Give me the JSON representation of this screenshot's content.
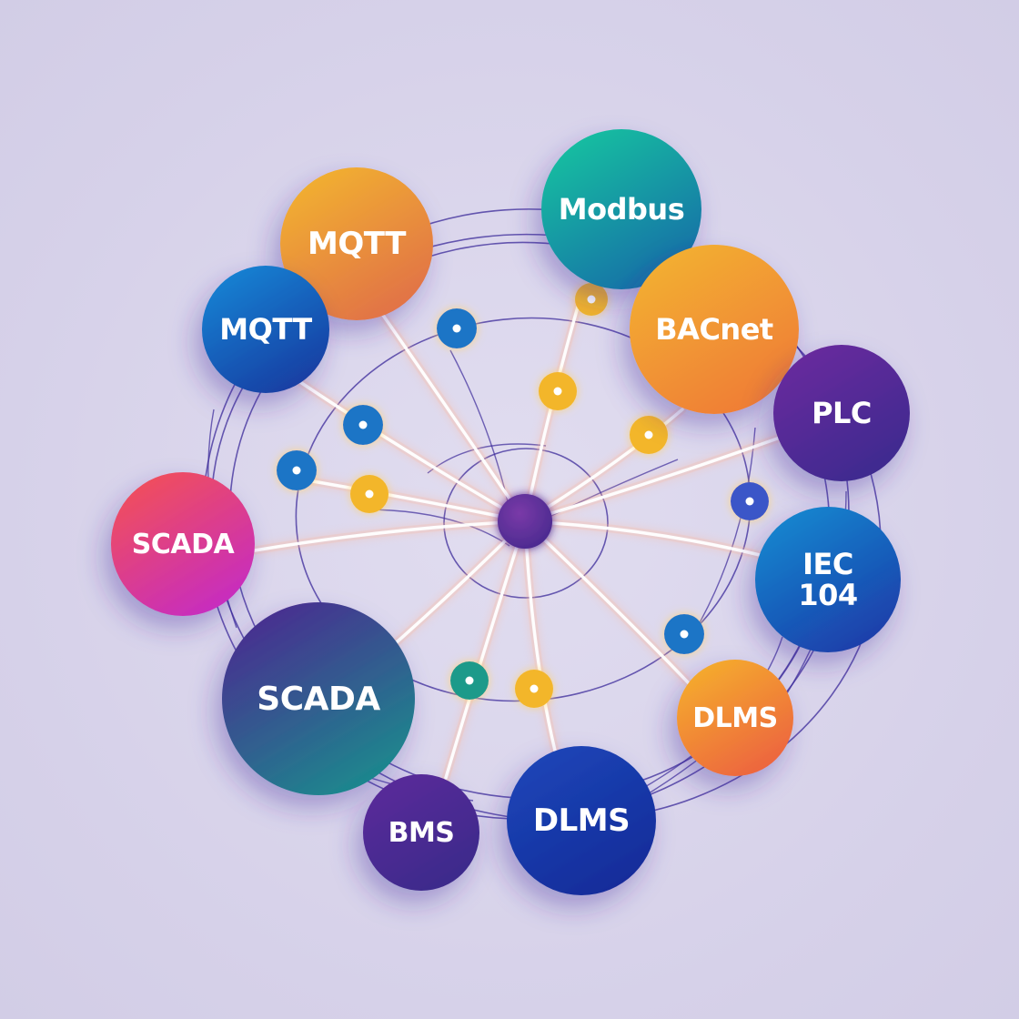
{
  "colors": {
    "background": "#d8d3ea",
    "ring_stroke": "#3b2a9a",
    "link_glow": "#ffffff",
    "hub": "#4a2a8f",
    "accent_yellow": "#f2b830",
    "accent_blue": "#1470c8",
    "accent_teal": "#129a8a"
  },
  "nodes": [
    {
      "id": "mqtt-orange",
      "lines": [
        "MQTT"
      ],
      "icon": "circle",
      "gradient": [
        "#f2b230",
        "#e06e48"
      ]
    },
    {
      "id": "modbus",
      "lines": [
        "Modbus"
      ],
      "icon": "circle",
      "gradient": [
        "#12c2a0",
        "#1a6aa8"
      ]
    },
    {
      "id": "mqtt-blue",
      "lines": [
        "MQTT"
      ],
      "icon": "circle",
      "gradient": [
        "#1584d4",
        "#1a3aa0"
      ]
    },
    {
      "id": "bacnet",
      "lines": [
        "BACnet"
      ],
      "icon": "circle",
      "gradient": [
        "#f3b132",
        "#ef7a36"
      ]
    },
    {
      "id": "plc",
      "lines": [
        "PLC"
      ],
      "icon": "circle",
      "gradient": [
        "#6a2a9e",
        "#3b2c8e"
      ]
    },
    {
      "id": "scada-pink",
      "lines": [
        "SCADA"
      ],
      "icon": "circle",
      "gradient": [
        "#f25058",
        "#c42ac6"
      ]
    },
    {
      "id": "iec-104",
      "lines": [
        "IEC",
        "104"
      ],
      "icon": "circle",
      "gradient": [
        "#1488d0",
        "#1c3aa8"
      ]
    },
    {
      "id": "scada-purple",
      "lines": [
        "SCADA"
      ],
      "icon": "circle",
      "gradient": [
        "#4a2a90",
        "#1a8e8e"
      ]
    },
    {
      "id": "dlms-orange",
      "lines": [
        "DLMS"
      ],
      "icon": "circle",
      "gradient": [
        "#f5ae2c",
        "#ec6040"
      ]
    },
    {
      "id": "bms",
      "lines": [
        "BMS"
      ],
      "icon": "circle",
      "gradient": [
        "#5a2a9a",
        "#3a2a8a"
      ]
    },
    {
      "id": "dlms-blue",
      "lines": [
        "DLMS"
      ],
      "icon": "circle",
      "gradient": [
        "#1c46b8",
        "#142a98"
      ]
    }
  ],
  "small_dots": [
    {
      "id": "dot-1",
      "color": "#1a74c6"
    },
    {
      "id": "dot-2",
      "color": "#f3b62c"
    },
    {
      "id": "dot-3",
      "color": "#1a74c6"
    },
    {
      "id": "dot-4",
      "color": "#f3b62c"
    },
    {
      "id": "dot-5",
      "color": "#1a74c6"
    },
    {
      "id": "dot-6",
      "color": "#f3b62c"
    },
    {
      "id": "dot-7",
      "color": "#f3b62c"
    },
    {
      "id": "dot-8",
      "color": "#3a56c8"
    },
    {
      "id": "dot-9",
      "color": "#1a74c6"
    },
    {
      "id": "dot-10",
      "color": "#1a9a8a"
    },
    {
      "id": "dot-11",
      "color": "#f3b62c"
    }
  ]
}
